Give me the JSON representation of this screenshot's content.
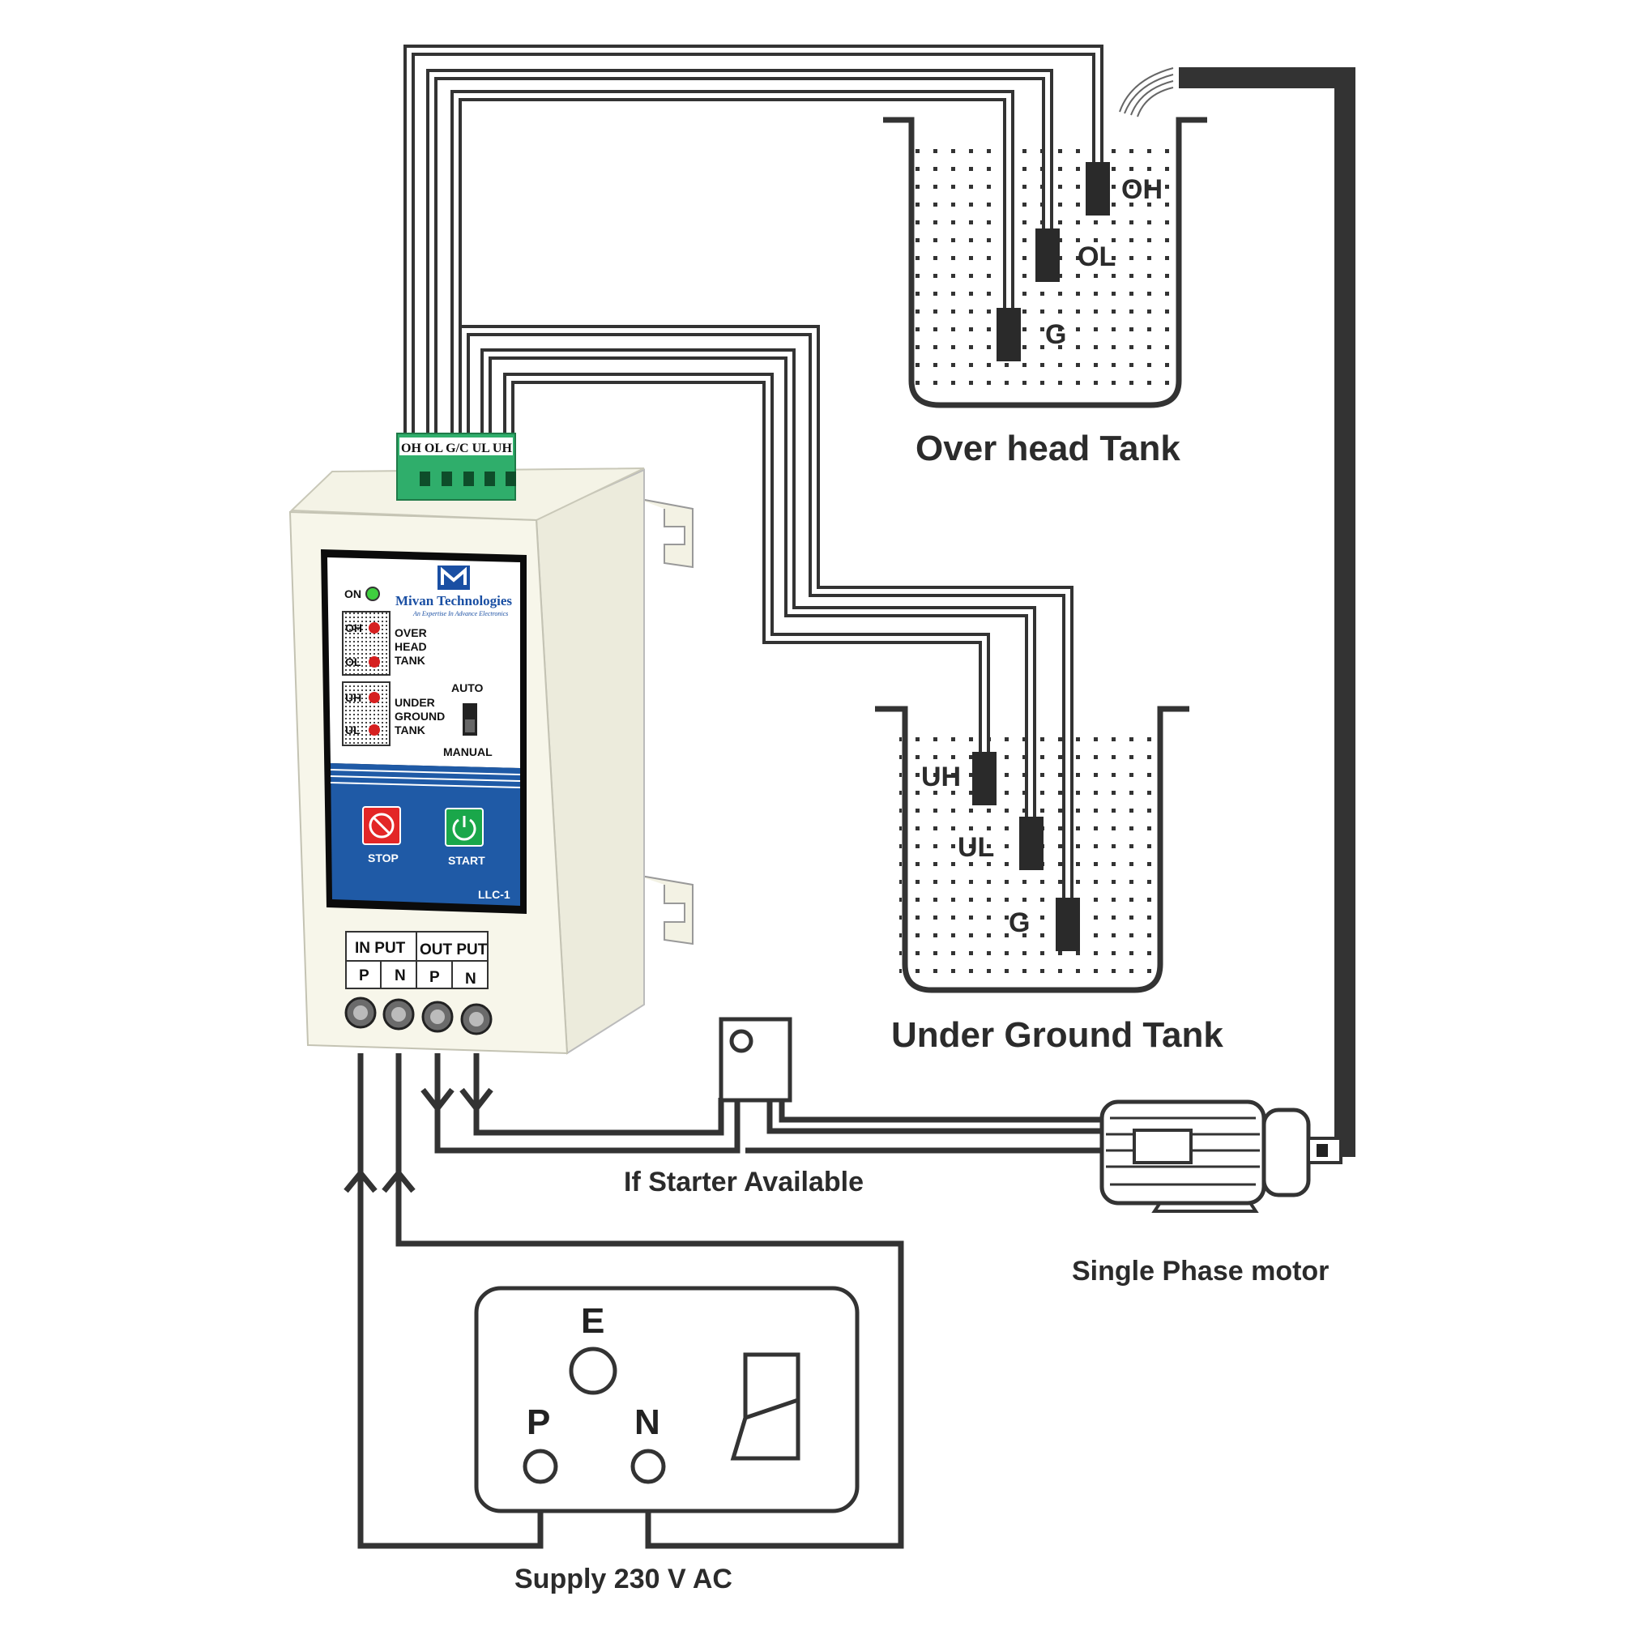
{
  "overhead_tank": {
    "title": "Over head Tank",
    "probes": {
      "oh": "OH",
      "ol": "OL",
      "g": "G"
    }
  },
  "underground_tank": {
    "title": "Under Ground Tank",
    "probes": {
      "uh": "UH",
      "ul": "UL",
      "g": "G"
    }
  },
  "starter": {
    "label": "If Starter Available"
  },
  "motor": {
    "label": "Single Phase motor"
  },
  "supply": {
    "label": "Supply 230 V AC",
    "socket": {
      "earth": "E",
      "phase": "P",
      "neutral": "N"
    }
  },
  "controller": {
    "terminal_block": "OH OL G/C UL UH",
    "brand": "Mivan Technologies",
    "tagline": "An Expertise In Advance Electronics",
    "on_label": "ON",
    "overhead_indicators": {
      "oh": "OH",
      "ol": "OL"
    },
    "overhead_text": [
      "OVER",
      "HEAD",
      "TANK"
    ],
    "underground_indicators": {
      "uh": "UH",
      "ul": "UL"
    },
    "underground_text": [
      "UNDER",
      "GROUND",
      "TANK"
    ],
    "mode_auto": "AUTO",
    "mode_manual": "MANUAL",
    "stop_label": "STOP",
    "start_label": "START",
    "model": "LLC-1",
    "input_header": "IN PUT",
    "output_header": "OUT PUT",
    "io_pins": [
      "P",
      "N",
      "P",
      "N"
    ]
  },
  "colors": {
    "line": "#333333",
    "enclosure": "#f7f6ea",
    "panel_blue": "#1f5aa6",
    "terminal_green": "#2fae6b",
    "led_red": "#d62020",
    "led_green": "#3fcf3f",
    "stop_red": "#e32626",
    "start_green": "#1aa74a"
  }
}
